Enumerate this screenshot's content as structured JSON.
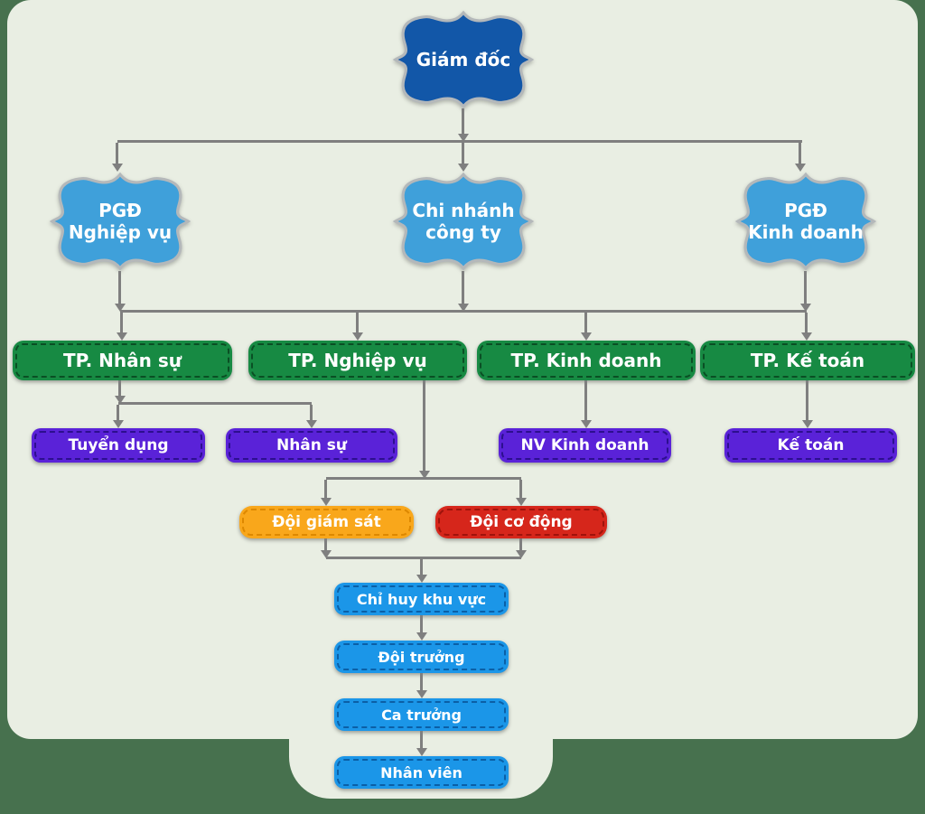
{
  "title": "Organizational chart",
  "palette": {
    "page_background": "#47714e",
    "canvas_background": "#e9eee3",
    "director_blue": "#1257a8",
    "branch_blue": "#3fa0da",
    "bracket_outline": "#b4b8ba",
    "department_green": "#178a43",
    "staff_purple": "#5a22d8",
    "team_orange": "#f9a71b",
    "team_red": "#d6261b",
    "chain_blue": "#1b96e8",
    "connector_gray": "#7f7f7f",
    "text": "#ffffff"
  },
  "l1": {
    "label": "Giám đốc"
  },
  "l2": [
    {
      "line1": "PGĐ",
      "line2": "Nghiệp vụ"
    },
    {
      "line1": "Chi nhánh",
      "line2": "công ty"
    },
    {
      "line1": "PGĐ",
      "line2": "Kinh doanh"
    }
  ],
  "l3": [
    {
      "label": "TP. Nhân sự"
    },
    {
      "label": "TP. Nghiệp vụ"
    },
    {
      "label": "TP. Kinh doanh"
    },
    {
      "label": "TP. Kế toán"
    }
  ],
  "l4": [
    {
      "label": "Tuyển dụng"
    },
    {
      "label": "Nhân sự"
    },
    {
      "label": "NV Kinh doanh"
    },
    {
      "label": "Kế toán"
    }
  ],
  "teams": [
    {
      "label": "Đội giám sát"
    },
    {
      "label": "Đội cơ động"
    }
  ],
  "chain": [
    {
      "label": "Chỉ huy khu vực"
    },
    {
      "label": "Đội trưởng"
    },
    {
      "label": "Ca trưởng"
    },
    {
      "label": "Nhân viên"
    }
  ]
}
